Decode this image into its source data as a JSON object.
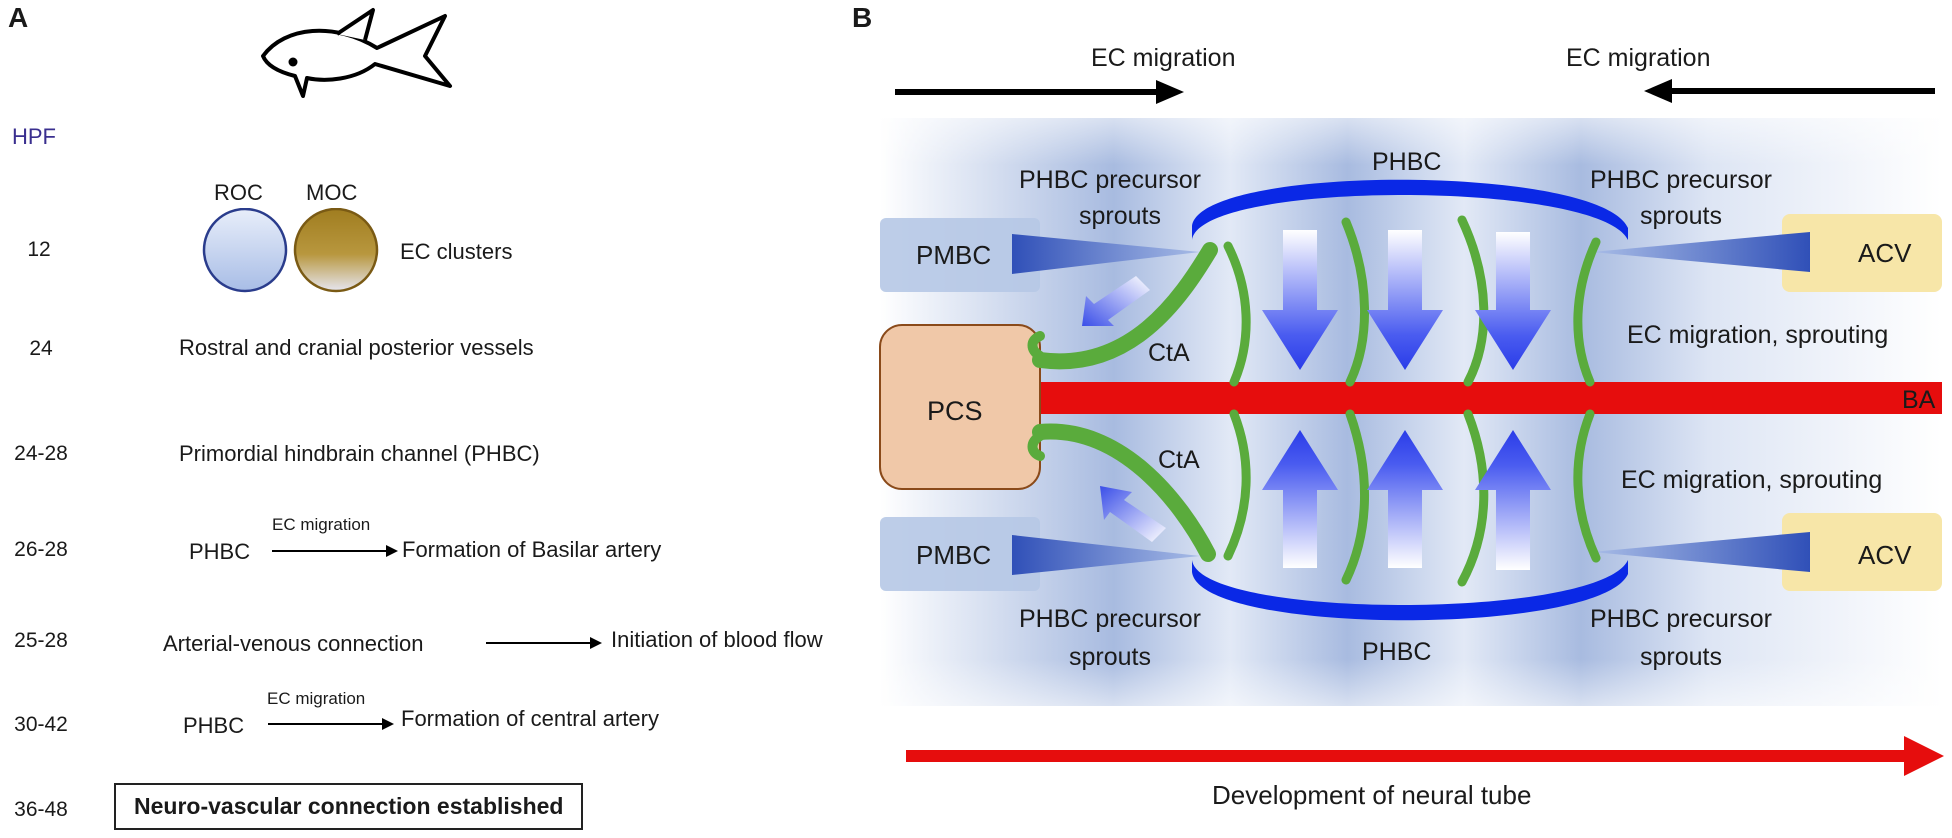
{
  "panel_a": {
    "letter": "A",
    "hpf_label": "HPF",
    "rows": {
      "r12": {
        "hpf": "12",
        "roc": "ROC",
        "moc": "MOC",
        "text": "EC clusters"
      },
      "r24": {
        "hpf": "24",
        "text": "Rostral and cranial posterior vessels"
      },
      "r2428": {
        "hpf": "24-28",
        "text": "Primordial hindbrain channel (PHBC)"
      },
      "r2628": {
        "hpf": "26-28",
        "from": "PHBC",
        "arrow_label": "EC migration",
        "to": "Formation of Basilar artery"
      },
      "r2528": {
        "hpf": "25-28",
        "from": "Arterial-venous connection",
        "to": "Initiation of blood flow"
      },
      "r3042": {
        "hpf": "30-42",
        "from": "PHBC",
        "arrow_label": "EC migration",
        "to": "Formation of central artery"
      },
      "r3648": {
        "hpf": "36-48",
        "text": "Neuro-vascular connection established"
      }
    },
    "icon": "fish-icon"
  },
  "panel_b": {
    "letter": "B",
    "ec_migration_left": "EC migration",
    "ec_migration_right": "EC migration",
    "phbc_top": "PHBC",
    "phbc_bottom": "PHBC",
    "precursor_tl": [
      "PHBC precursor",
      "sprouts"
    ],
    "precursor_tr": [
      "PHBC precursor",
      "sprouts"
    ],
    "precursor_bl": [
      "PHBC precursor",
      "sprouts"
    ],
    "precursor_br": [
      "PHBC precursor",
      "sprouts"
    ],
    "pmbc_top": "PMBC",
    "pmbc_bottom": "PMBC",
    "acv_top": "ACV",
    "acv_bottom": "ACV",
    "pcs": "PCS",
    "cta_top": "CtA",
    "cta_bottom": "CtA",
    "ba": "BA",
    "sprouting_top": "EC migration, sprouting",
    "sprouting_bottom": "EC migration, sprouting",
    "development": "Development of neural tube",
    "colors": {
      "phbc": "#0a28e6",
      "basilar_artery": "#e60d0d",
      "cta": "#5aab3c",
      "pcs_fill": "#f0c8a8",
      "pmbc_fill": "#b6c8e6",
      "acv_fill": "#f7e6a8",
      "roc_fill": "#c8d4ee",
      "moc_fill": "#a88426"
    }
  }
}
